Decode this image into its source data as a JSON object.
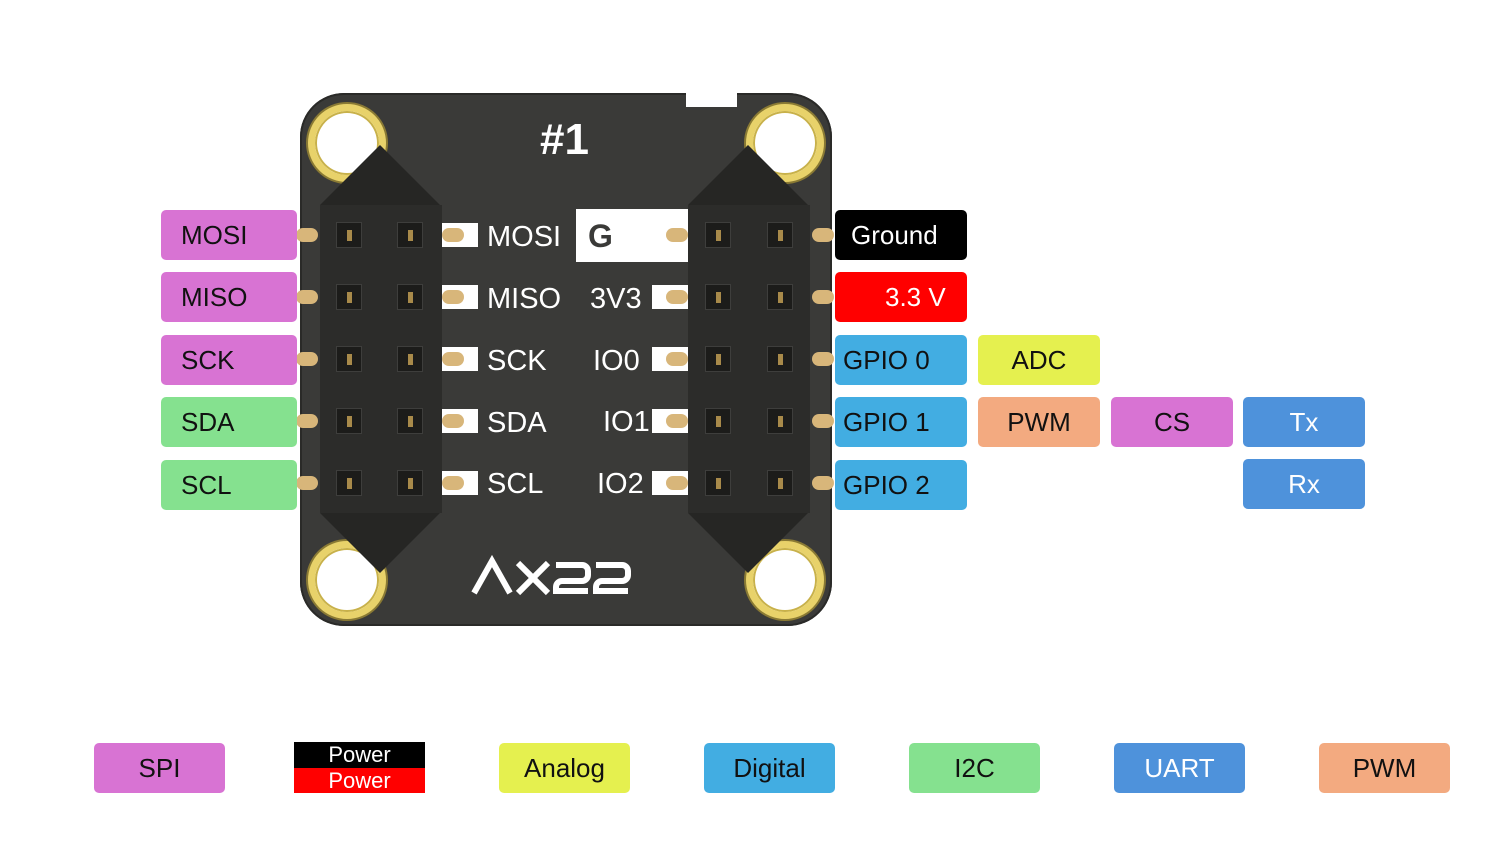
{
  "board": {
    "title": "#1",
    "logo": "AX22",
    "side_label": "G"
  },
  "silkscreen": {
    "left": [
      "MOSI",
      "MISO",
      "SCK",
      "SDA",
      "SCL"
    ],
    "right": [
      "3V3",
      "IO0",
      "IO1",
      "IO2"
    ]
  },
  "left_tags": [
    {
      "label": "MOSI",
      "kind": "spi"
    },
    {
      "label": "MISO",
      "kind": "spi"
    },
    {
      "label": "SCK",
      "kind": "spi"
    },
    {
      "label": "SDA",
      "kind": "i2c"
    },
    {
      "label": "SCL",
      "kind": "i2c"
    }
  ],
  "right_tags": [
    {
      "label": "Ground",
      "kind": "gnd"
    },
    {
      "label": "3.3 V",
      "kind": "pwr"
    },
    {
      "label": "GPIO 0",
      "kind": "dig"
    },
    {
      "label": "GPIO 1",
      "kind": "dig"
    },
    {
      "label": "GPIO 2",
      "kind": "dig"
    }
  ],
  "extra_tags": {
    "adc": "ADC",
    "pwm": "PWM",
    "cs": "CS",
    "tx": "Tx",
    "rx": "Rx"
  },
  "legend": {
    "spi": "SPI",
    "power_top": "Power",
    "power_bottom": "Power",
    "analog": "Analog",
    "digital": "Digital",
    "i2c": "I2C",
    "uart": "UART",
    "pwm": "PWM"
  },
  "colors": {
    "spi": "#d873d3",
    "ground": "#000000",
    "power": "#ff0000",
    "analog": "#e5f04f",
    "digital": "#42ade2",
    "i2c": "#85e18f",
    "uart": "#4e92db",
    "pwm": "#f3aa80",
    "board": "#3a3a38",
    "pad_gold": "#e8d26a"
  }
}
